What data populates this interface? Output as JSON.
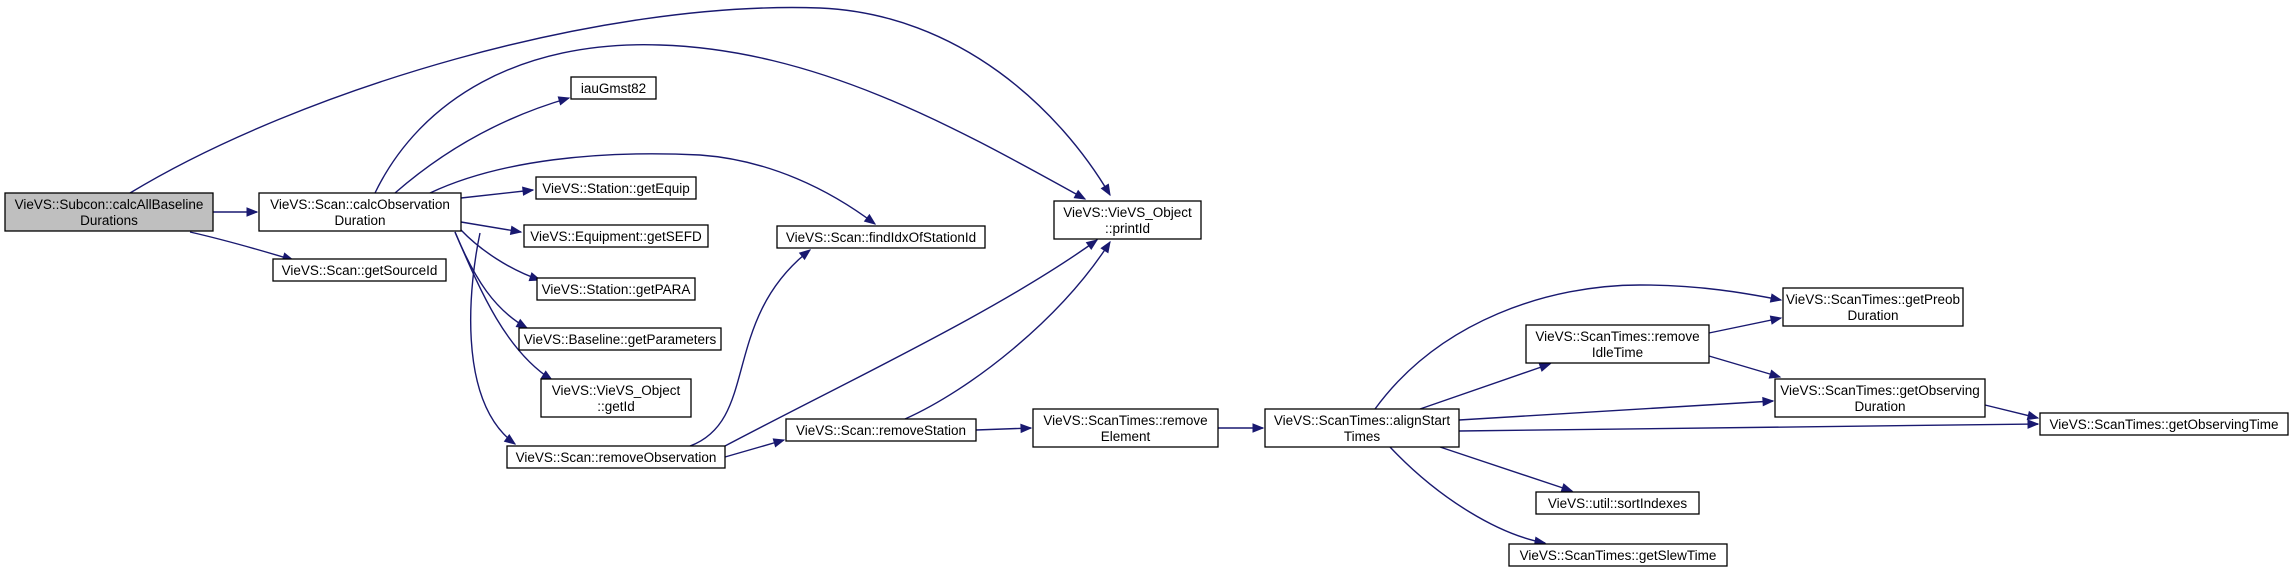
{
  "graph": {
    "title": "",
    "colors": {
      "edge": "#191970",
      "node_border": "#000000",
      "root_fill": "#bfbfbf",
      "node_fill": "#ffffff"
    },
    "nodes": [
      {
        "id": "calcAllBaselineDurations",
        "lines": [
          "VieVS::Subcon::calcAllBaseline",
          "Durations"
        ],
        "highlighted": true
      },
      {
        "id": "calcObservationDuration",
        "lines": [
          "VieVS::Scan::calcObservation",
          "Duration"
        ]
      },
      {
        "id": "getSourceId",
        "lines": [
          "VieVS::Scan::getSourceId"
        ]
      },
      {
        "id": "iauGmst82",
        "lines": [
          "iauGmst82"
        ]
      },
      {
        "id": "getEquip",
        "lines": [
          "VieVS::Station::getEquip"
        ]
      },
      {
        "id": "getSEFD",
        "lines": [
          "VieVS::Equipment::getSEFD"
        ]
      },
      {
        "id": "getPARA",
        "lines": [
          "VieVS::Station::getPARA"
        ]
      },
      {
        "id": "getParameters",
        "lines": [
          "VieVS::Baseline::getParameters"
        ]
      },
      {
        "id": "getId",
        "lines": [
          "VieVS::VieVS_Object",
          "::getId"
        ]
      },
      {
        "id": "removeObservation",
        "lines": [
          "VieVS::Scan::removeObservation"
        ]
      },
      {
        "id": "findIdxOfStationId",
        "lines": [
          "VieVS::Scan::findIdxOfStationId"
        ]
      },
      {
        "id": "printId",
        "lines": [
          "VieVS::VieVS_Object",
          "::printId"
        ]
      },
      {
        "id": "removeStation",
        "lines": [
          "VieVS::Scan::removeStation"
        ]
      },
      {
        "id": "removeElement",
        "lines": [
          "VieVS::ScanTimes::remove",
          "Element"
        ]
      },
      {
        "id": "alignStartTimes",
        "lines": [
          "VieVS::ScanTimes::alignStart",
          "Times"
        ]
      },
      {
        "id": "removeIdleTime",
        "lines": [
          "VieVS::ScanTimes::remove",
          "IdleTime"
        ]
      },
      {
        "id": "getPreobDuration",
        "lines": [
          "VieVS::ScanTimes::getPreob",
          "Duration"
        ]
      },
      {
        "id": "getObservingDuration",
        "lines": [
          "VieVS::ScanTimes::getObserving",
          "Duration"
        ]
      },
      {
        "id": "getObservingTime",
        "lines": [
          "VieVS::ScanTimes::getObservingTime"
        ]
      },
      {
        "id": "sortIndexes",
        "lines": [
          "VieVS::util::sortIndexes"
        ]
      },
      {
        "id": "getSlewTime",
        "lines": [
          "VieVS::ScanTimes::getSlewTime"
        ]
      }
    ],
    "edges": [
      {
        "from": "calcAllBaselineDurations",
        "to": "calcObservationDuration"
      },
      {
        "from": "calcAllBaselineDurations",
        "to": "getSourceId"
      },
      {
        "from": "calcAllBaselineDurations",
        "to": "printId"
      },
      {
        "from": "calcObservationDuration",
        "to": "iauGmst82"
      },
      {
        "from": "calcObservationDuration",
        "to": "printId"
      },
      {
        "from": "calcObservationDuration",
        "to": "findIdxOfStationId"
      },
      {
        "from": "calcObservationDuration",
        "to": "getEquip"
      },
      {
        "from": "calcObservationDuration",
        "to": "getSEFD"
      },
      {
        "from": "calcObservationDuration",
        "to": "getPARA"
      },
      {
        "from": "calcObservationDuration",
        "to": "getParameters"
      },
      {
        "from": "calcObservationDuration",
        "to": "getId"
      },
      {
        "from": "calcObservationDuration",
        "to": "removeObservation"
      },
      {
        "from": "removeObservation",
        "to": "findIdxOfStationId"
      },
      {
        "from": "removeObservation",
        "to": "printId"
      },
      {
        "from": "removeObservation",
        "to": "removeStation"
      },
      {
        "from": "removeStation",
        "to": "printId"
      },
      {
        "from": "removeStation",
        "to": "removeElement"
      },
      {
        "from": "removeElement",
        "to": "alignStartTimes"
      },
      {
        "from": "alignStartTimes",
        "to": "getPreobDuration"
      },
      {
        "from": "alignStartTimes",
        "to": "removeIdleTime"
      },
      {
        "from": "alignStartTimes",
        "to": "getObservingDuration"
      },
      {
        "from": "alignStartTimes",
        "to": "getObservingTime"
      },
      {
        "from": "alignStartTimes",
        "to": "sortIndexes"
      },
      {
        "from": "alignStartTimes",
        "to": "getSlewTime"
      },
      {
        "from": "removeIdleTime",
        "to": "getPreobDuration"
      },
      {
        "from": "removeIdleTime",
        "to": "getObservingDuration"
      },
      {
        "from": "getObservingDuration",
        "to": "getObservingTime"
      }
    ]
  }
}
